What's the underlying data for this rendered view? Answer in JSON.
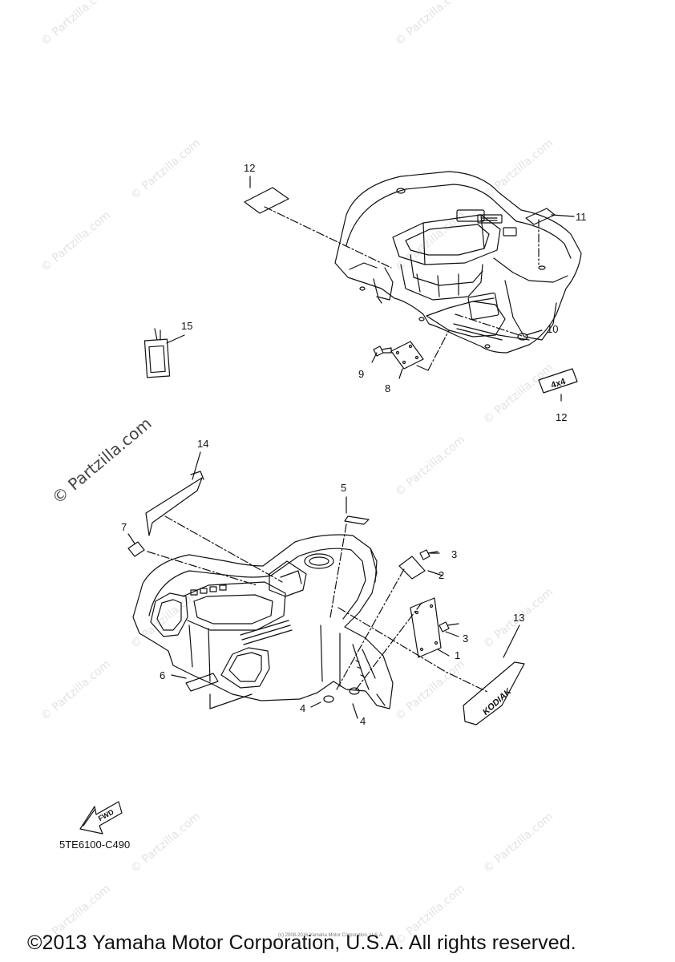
{
  "watermark": "© Partzilla.com",
  "callouts": [
    "12",
    "11",
    "10",
    "15",
    "9",
    "8",
    "12",
    "14",
    "5",
    "3",
    "2",
    "7",
    "3",
    "13",
    "1",
    "6",
    "4",
    "4"
  ],
  "decals": {
    "four_by_four": "4x4",
    "kodiak": "KODIAK",
    "fwd": "FWD"
  },
  "diagram_code": "5TE6100-C490",
  "small_notice": "(c) 2008-2016 Yamaha Motor Corporation, U.S.A.",
  "copyright": "©2013 Yamaha Motor Corporation, U.S.A. All rights reserved."
}
